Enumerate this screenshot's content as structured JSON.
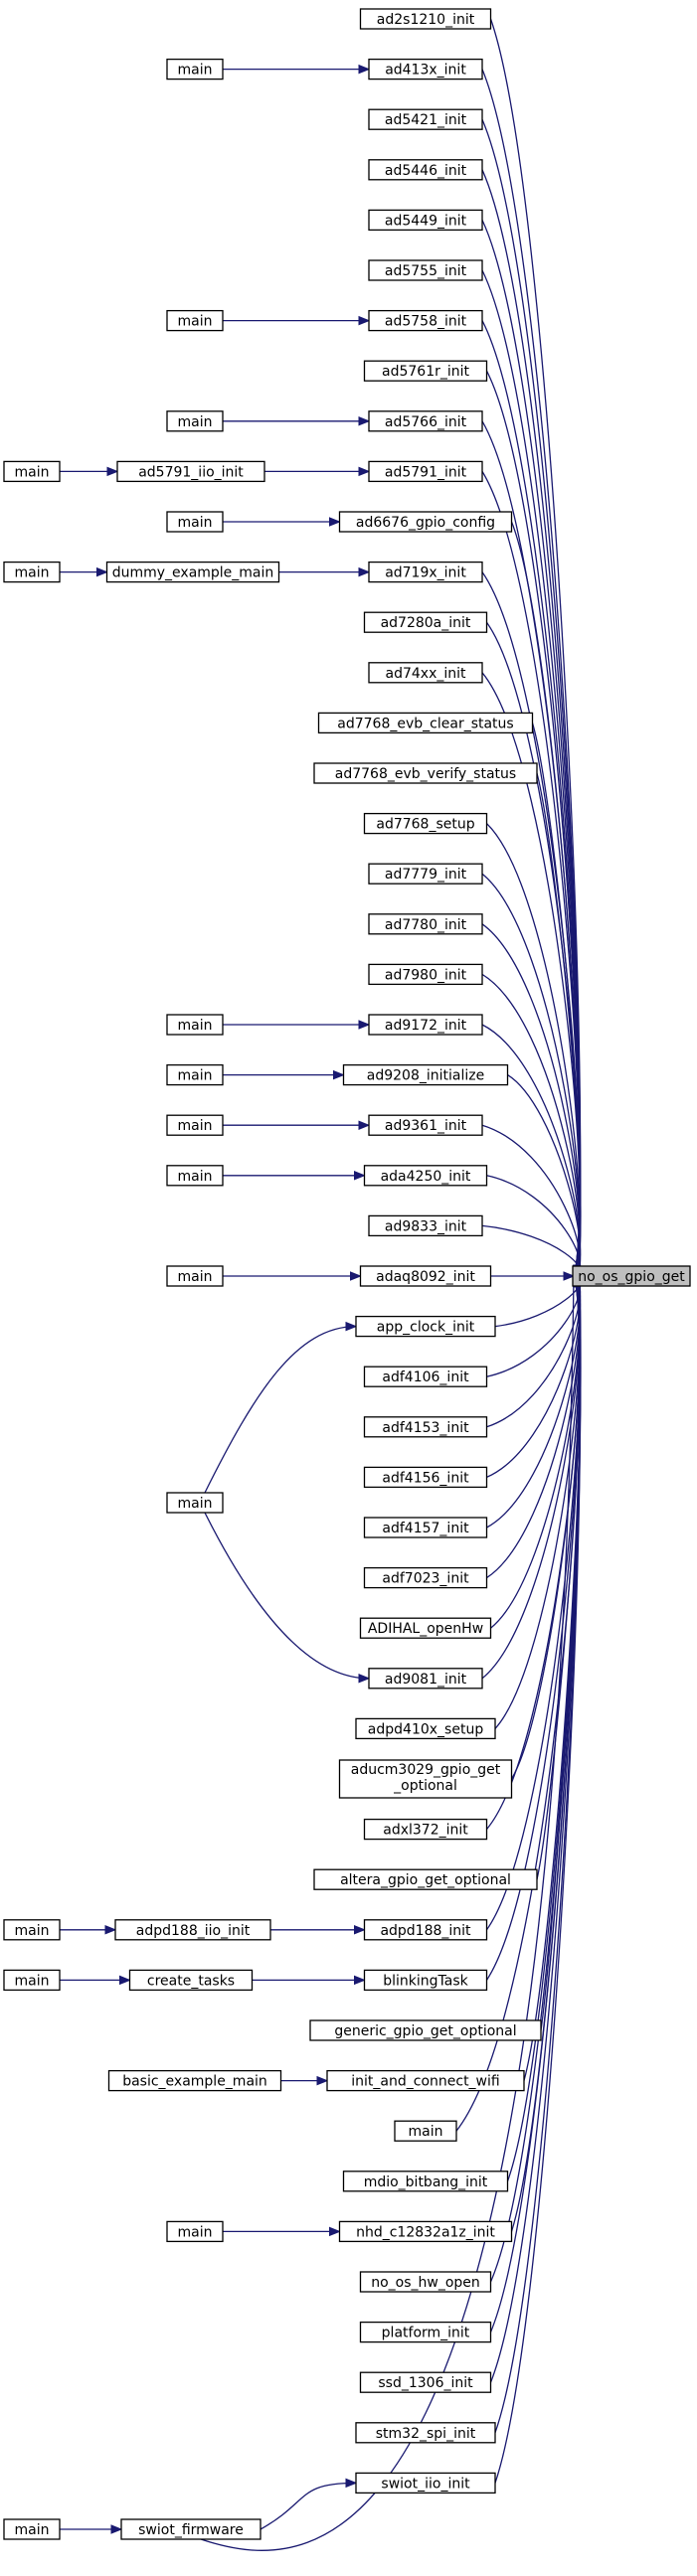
{
  "graph": {
    "target": {
      "id": "no_os_gpio_get",
      "label": "no_os_gpio_get"
    },
    "colors": {
      "edge": "#191970",
      "target_fill": "#bfbfbf",
      "node_fill": "#ffffff",
      "node_stroke": "#000000"
    },
    "callers": [
      {
        "id": "ad2s1210_init",
        "label": "ad2s1210_init"
      },
      {
        "id": "ad413x_init",
        "label": "ad413x_init"
      },
      {
        "id": "ad5421_init",
        "label": "ad5421_init"
      },
      {
        "id": "ad5446_init",
        "label": "ad5446_init"
      },
      {
        "id": "ad5449_init",
        "label": "ad5449_init"
      },
      {
        "id": "ad5755_init",
        "label": "ad5755_init"
      },
      {
        "id": "ad5758_init",
        "label": "ad5758_init"
      },
      {
        "id": "ad5761r_init",
        "label": "ad5761r_init"
      },
      {
        "id": "ad5766_init",
        "label": "ad5766_init"
      },
      {
        "id": "ad5791_init",
        "label": "ad5791_init"
      },
      {
        "id": "ad6676_gpio_config",
        "label": "ad6676_gpio_config"
      },
      {
        "id": "ad719x_init",
        "label": "ad719x_init"
      },
      {
        "id": "ad7280a_init",
        "label": "ad7280a_init"
      },
      {
        "id": "ad74xx_init",
        "label": "ad74xx_init"
      },
      {
        "id": "ad7768_evb_clear_status",
        "label": "ad7768_evb_clear_status"
      },
      {
        "id": "ad7768_evb_verify_status",
        "label": "ad7768_evb_verify_status"
      },
      {
        "id": "ad7768_setup",
        "label": "ad7768_setup"
      },
      {
        "id": "ad7779_init",
        "label": "ad7779_init"
      },
      {
        "id": "ad7780_init",
        "label": "ad7780_init"
      },
      {
        "id": "ad7980_init",
        "label": "ad7980_init"
      },
      {
        "id": "ad9172_init",
        "label": "ad9172_init"
      },
      {
        "id": "ad9208_initialize",
        "label": "ad9208_initialize"
      },
      {
        "id": "ad9361_init",
        "label": "ad9361_init"
      },
      {
        "id": "ada4250_init",
        "label": "ada4250_init"
      },
      {
        "id": "ad9833_init",
        "label": "ad9833_init"
      },
      {
        "id": "adaq8092_init",
        "label": "adaq8092_init"
      },
      {
        "id": "app_clock_init",
        "label": "app_clock_init"
      },
      {
        "id": "adf4106_init",
        "label": "adf4106_init"
      },
      {
        "id": "adf4153_init",
        "label": "adf4153_init"
      },
      {
        "id": "adf4156_init",
        "label": "adf4156_init"
      },
      {
        "id": "adf4157_init",
        "label": "adf4157_init"
      },
      {
        "id": "adf7023_init",
        "label": "adf7023_init"
      },
      {
        "id": "ADIHAL_openHw",
        "label": "ADIHAL_openHw"
      },
      {
        "id": "ad9081_init",
        "label": "ad9081_init"
      },
      {
        "id": "adpd410x_setup",
        "label": "adpd410x_setup"
      },
      {
        "id": "aducm3029_gpio_get_optional",
        "label": "aducm3029_gpio_get",
        "label2": "_optional"
      },
      {
        "id": "adxl372_init",
        "label": "adxl372_init"
      },
      {
        "id": "altera_gpio_get_optional",
        "label": "altera_gpio_get_optional"
      },
      {
        "id": "adpd188_init",
        "label": "adpd188_init"
      },
      {
        "id": "blinkingTask",
        "label": "blinkingTask"
      },
      {
        "id": "generic_gpio_get_optional",
        "label": "generic_gpio_get_optional"
      },
      {
        "id": "init_and_connect_wifi",
        "label": "init_and_connect_wifi"
      },
      {
        "id": "main_direct",
        "label": "main"
      },
      {
        "id": "mdio_bitbang_init",
        "label": "mdio_bitbang_init"
      },
      {
        "id": "nhd_c12832a1z_init",
        "label": "nhd_c12832a1z_init"
      },
      {
        "id": "no_os_hw_open",
        "label": "no_os_hw_open"
      },
      {
        "id": "platform_init",
        "label": "platform_init"
      },
      {
        "id": "ssd_1306_init",
        "label": "ssd_1306_init"
      },
      {
        "id": "stm32_spi_init",
        "label": "stm32_spi_init"
      },
      {
        "id": "swiot_iio_init",
        "label": "swiot_iio_init"
      },
      {
        "id": "swiot_firmware",
        "label": "swiot_firmware"
      }
    ],
    "secondary": [
      {
        "id": "ad5791_iio_init",
        "label": "ad5791_iio_init"
      },
      {
        "id": "dummy_example_main",
        "label": "dummy_example_main"
      },
      {
        "id": "adpd188_iio_init",
        "label": "adpd188_iio_init"
      },
      {
        "id": "create_tasks",
        "label": "create_tasks"
      },
      {
        "id": "basic_example_main",
        "label": "basic_example_main"
      },
      {
        "id": "m_ad413x",
        "label": "main"
      },
      {
        "id": "m_ad5758",
        "label": "main"
      },
      {
        "id": "m_ad5766",
        "label": "main"
      },
      {
        "id": "m_ad5791_iio",
        "label": "main"
      },
      {
        "id": "m_ad6676",
        "label": "main"
      },
      {
        "id": "m_dummy",
        "label": "main"
      },
      {
        "id": "m_ad9172",
        "label": "main"
      },
      {
        "id": "m_ad9208",
        "label": "main"
      },
      {
        "id": "m_ad9361",
        "label": "main"
      },
      {
        "id": "m_ada4250",
        "label": "main"
      },
      {
        "id": "m_adaq8092",
        "label": "main"
      },
      {
        "id": "m_big",
        "label": "main"
      },
      {
        "id": "m_adpd188",
        "label": "main"
      },
      {
        "id": "m_create_tasks",
        "label": "main"
      },
      {
        "id": "m_nhd",
        "label": "main"
      },
      {
        "id": "m_swiot",
        "label": "main"
      }
    ],
    "edges": [
      [
        "m_ad413x",
        "ad413x_init"
      ],
      [
        "m_ad5758",
        "ad5758_init"
      ],
      [
        "m_ad5766",
        "ad5766_init"
      ],
      [
        "m_ad5791_iio",
        "ad5791_iio_init"
      ],
      [
        "ad5791_iio_init",
        "ad5791_init"
      ],
      [
        "m_ad6676",
        "ad6676_gpio_config"
      ],
      [
        "m_dummy",
        "dummy_example_main"
      ],
      [
        "dummy_example_main",
        "ad719x_init"
      ],
      [
        "m_ad9172",
        "ad9172_init"
      ],
      [
        "m_ad9208",
        "ad9208_initialize"
      ],
      [
        "m_ad9361",
        "ad9361_init"
      ],
      [
        "m_ada4250",
        "ada4250_init"
      ],
      [
        "m_adaq8092",
        "adaq8092_init"
      ],
      [
        "m_big",
        "app_clock_init"
      ],
      [
        "m_big",
        "ad9081_init"
      ],
      [
        "m_adpd188",
        "adpd188_iio_init"
      ],
      [
        "adpd188_iio_init",
        "adpd188_init"
      ],
      [
        "m_create_tasks",
        "create_tasks"
      ],
      [
        "create_tasks",
        "blinkingTask"
      ],
      [
        "basic_example_main",
        "init_and_connect_wifi"
      ],
      [
        "m_nhd",
        "nhd_c12832a1z_init"
      ],
      [
        "m_swiot",
        "swiot_firmware"
      ],
      [
        "swiot_firmware",
        "swiot_iio_init"
      ]
    ]
  }
}
